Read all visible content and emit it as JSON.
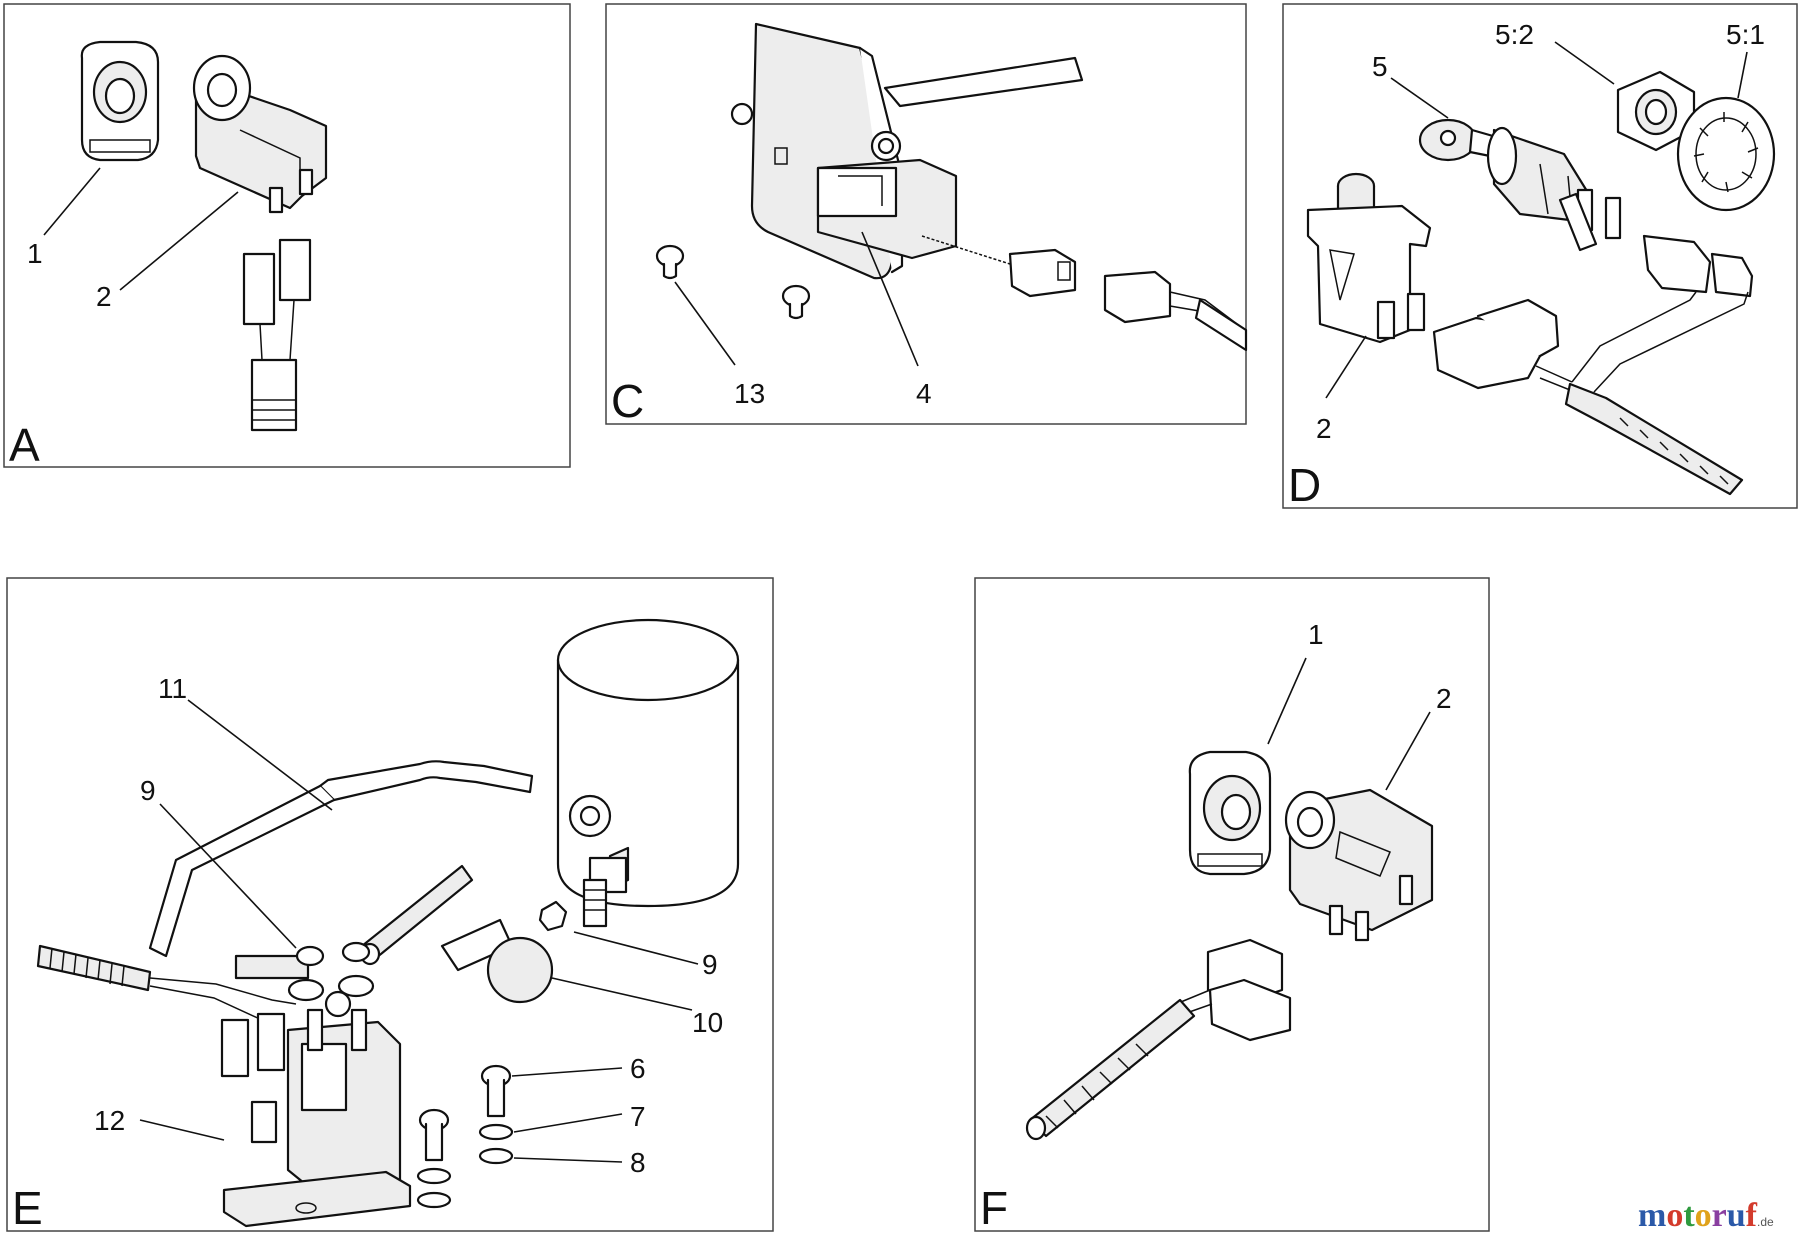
{
  "panels": {
    "A": {
      "letter": "A",
      "callouts": [
        "1",
        "2"
      ]
    },
    "C": {
      "letter": "C",
      "callouts": [
        "13",
        "4"
      ]
    },
    "D": {
      "letter": "D",
      "callouts": [
        "5:2",
        "5:1",
        "5",
        "2"
      ]
    },
    "E": {
      "letter": "E",
      "callouts": [
        "11",
        "9",
        "9",
        "10",
        "6",
        "7",
        "8",
        "12"
      ]
    },
    "F": {
      "letter": "F",
      "callouts": [
        "1",
        "2"
      ]
    }
  },
  "watermark": {
    "letters": [
      "m",
      "o",
      "t",
      "o",
      "r",
      "u",
      "f"
    ],
    "suffix": ".de",
    "colors": {
      "m": "#2b59a8",
      "o1": "#d33b2c",
      "t": "#2e9a3e",
      "o2": "#e0a21b",
      "r": "#8a3fa0",
      "u": "#2b59a8",
      "f": "#d33b2c"
    }
  }
}
